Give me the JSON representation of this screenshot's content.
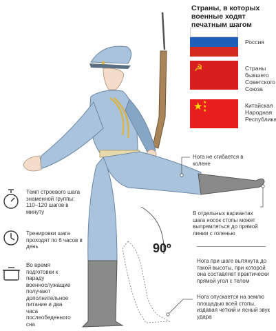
{
  "title": "Страны, в которых военные ходят печатным шагом",
  "flags": [
    {
      "label": "Россия",
      "colors": [
        "#ffffff",
        "#1f5fb8",
        "#d52b1e"
      ]
    },
    {
      "label": "Страны бывшего Советского Союза",
      "colors": [
        "#d81e1e",
        "#f5d000"
      ]
    },
    {
      "label": "Китайская Народная Республика",
      "colors": [
        "#e81e1e",
        "#f7e000"
      ]
    }
  ],
  "left_notes": [
    {
      "icon": "stopwatch-icon",
      "text": "Темп строевого шага знаменной группы: 110–120 шагов в минуту"
    },
    {
      "icon": "clock-icon",
      "text": "Тренировки шага проходят по 6 часов в день"
    },
    {
      "icon": "pot-icon",
      "text": "Во время подготовки к параду военнослужащие получают дополнительное питание и два часа послеобеденного сна"
    }
  ],
  "right_notes": [
    {
      "text": "Нога не сгибается в колене"
    },
    {
      "text": "В отдельных вариантах шага носок стопы может выпрямляться до прямой линии с голенью"
    },
    {
      "text": "Нога при шаге вытянута до такой высоты, при которой она составляет практически прямой угол с телом"
    },
    {
      "text": "Нога опускается на землю площадью всей стопы, издавая четкий и ясный звук удара"
    }
  ],
  "angle": "90º",
  "colors": {
    "uniform": "#a9c3dc",
    "uniform_shade": "#86a6c6",
    "boot": "#8a8a8a",
    "gold": "#d9b44a",
    "belt": "#e8d9a8"
  }
}
